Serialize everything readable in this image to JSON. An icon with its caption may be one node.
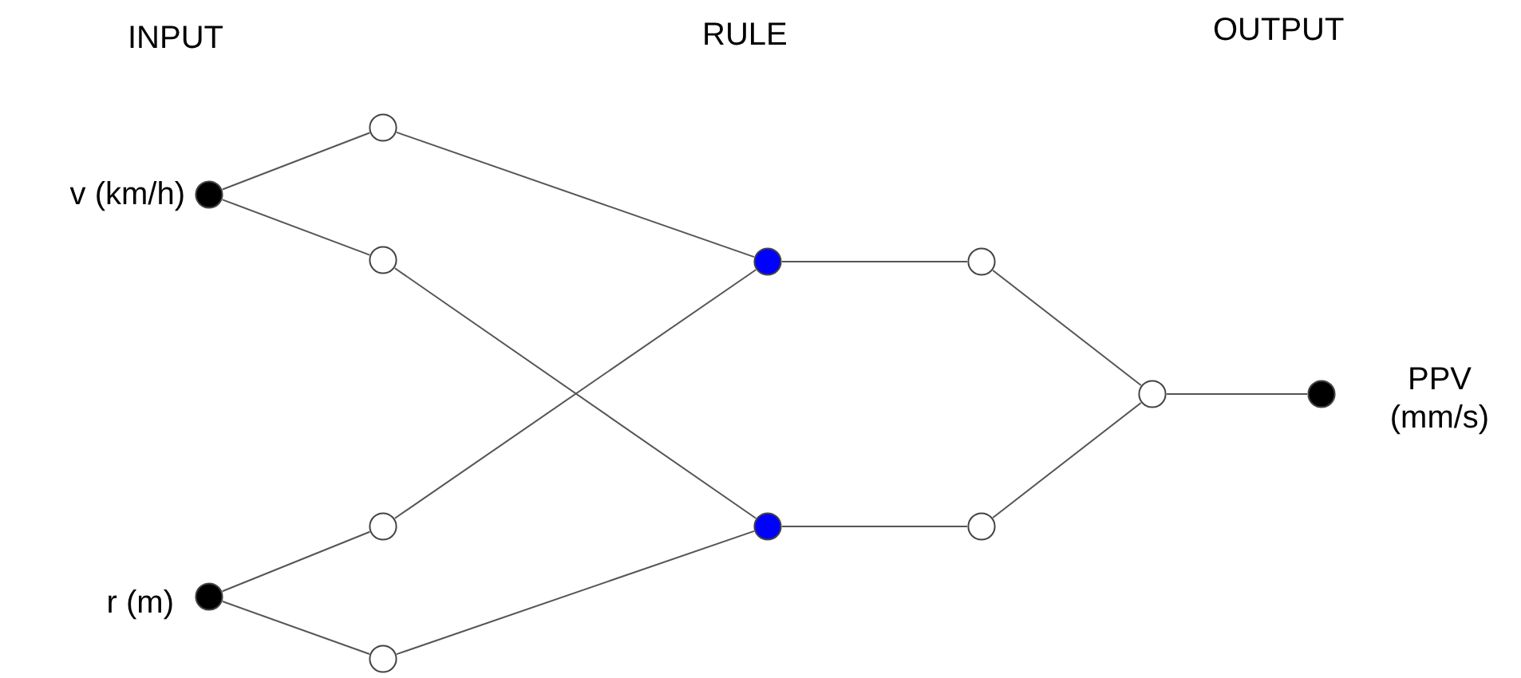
{
  "diagram": {
    "nodes": [
      {
        "text": [],
        "shape": "circle",
        "beside": [
          "v (km/h)"
        ]
      },
      {
        "text": [],
        "shape": "circle",
        "beside": [
          "r (m)"
        ]
      },
      {
        "text": [],
        "shape": "circle"
      },
      {
        "text": [],
        "shape": "circle"
      },
      {
        "text": [],
        "shape": "circle"
      },
      {
        "text": [],
        "shape": "circle"
      },
      {
        "text": [],
        "shape": "circle"
      },
      {
        "text": [],
        "shape": "circle"
      },
      {
        "text": [],
        "shape": "circle"
      },
      {
        "text": [],
        "shape": "circle"
      },
      {
        "text": [],
        "shape": "circle"
      },
      {
        "text": [],
        "shape": "circle",
        "beside": [
          "PPV (mm/s)"
        ]
      }
    ],
    "edges": [
      {
        "from": 0,
        "to": 2,
        "arrow": "none"
      },
      {
        "from": 0,
        "to": 3,
        "arrow": "none"
      },
      {
        "from": 1,
        "to": 4,
        "arrow": "none"
      },
      {
        "from": 1,
        "to": 5,
        "arrow": "none"
      },
      {
        "from": 2,
        "to": 6,
        "arrow": "none"
      },
      {
        "from": 3,
        "to": 7,
        "arrow": "none"
      },
      {
        "from": 4,
        "to": 6,
        "arrow": "none"
      },
      {
        "from": 5,
        "to": 7,
        "arrow": "none"
      },
      {
        "from": 6,
        "to": 8,
        "arrow": "none"
      },
      {
        "from": 7,
        "to": 9,
        "arrow": "none"
      },
      {
        "from": 8,
        "to": 10,
        "arrow": "none"
      },
      {
        "from": 9,
        "to": 10,
        "arrow": "none"
      },
      {
        "from": 10,
        "to": 11,
        "arrow": "none"
      }
    ],
    "labels": [
      "INPUT",
      "RULE",
      "OUTPUT"
    ]
  }
}
